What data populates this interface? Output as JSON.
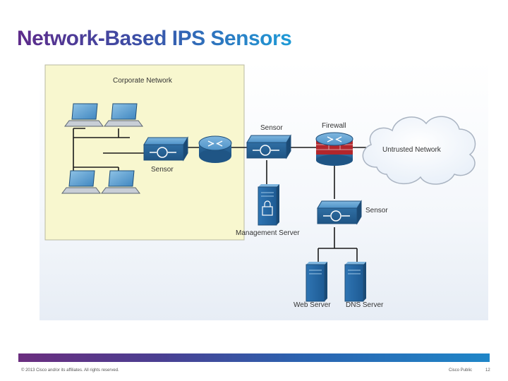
{
  "slide": {
    "title": "Network-Based IPS Sensors"
  },
  "diagram": {
    "zone_label": "Corporate Network",
    "labels": {
      "sensor_internal": "Sensor",
      "sensor_top": "Sensor",
      "firewall": "Firewall",
      "cloud": "Untrusted Network",
      "sensor_dmz": "Sensor",
      "management_server": "Management Server",
      "web_server": "Web Server",
      "dns_server": "DNS Server"
    },
    "colors": {
      "zone_fill": "#f8f7cf",
      "device_blue": "#3c82b8",
      "firewall_red": "#b2262c"
    }
  },
  "footer": {
    "copyright": "© 2013 Cisco and/or its affiliates. All rights reserved.",
    "classification": "Cisco Public",
    "page_number": "12"
  }
}
